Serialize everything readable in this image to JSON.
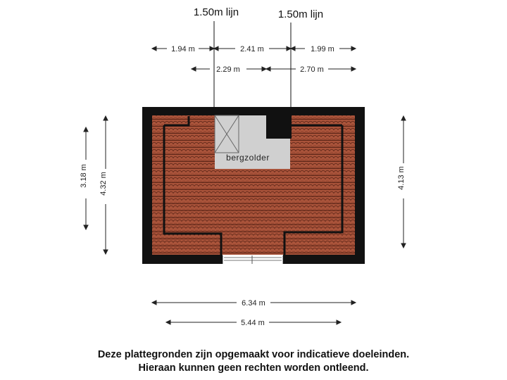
{
  "lines": [
    {
      "label": "1.50m  lijn"
    },
    {
      "label": "1.50m  lijn"
    }
  ],
  "dimensions": {
    "top_row1": [
      "1.94 m",
      "2.41 m",
      "1.99 m"
    ],
    "top_row2": [
      "2.29 m",
      "2.70 m"
    ],
    "left_inner": "3.18 m",
    "left_outer": "4.32 m",
    "right": "4.13 m",
    "bottom_outer": "6.34 m",
    "bottom_inner": "5.44 m"
  },
  "room": {
    "label": "bergzolder"
  },
  "colors": {
    "wall": "#111111",
    "roof_tile": "#a9533a",
    "roof_line": "#5a2416",
    "room_fill": "#d0d0d0"
  },
  "disclaimer": {
    "line1": "Deze plattegronden zijn opgemaakt voor indicatieve doeleinden.",
    "line2": "Hieraan kunnen geen rechten worden ontleend."
  }
}
